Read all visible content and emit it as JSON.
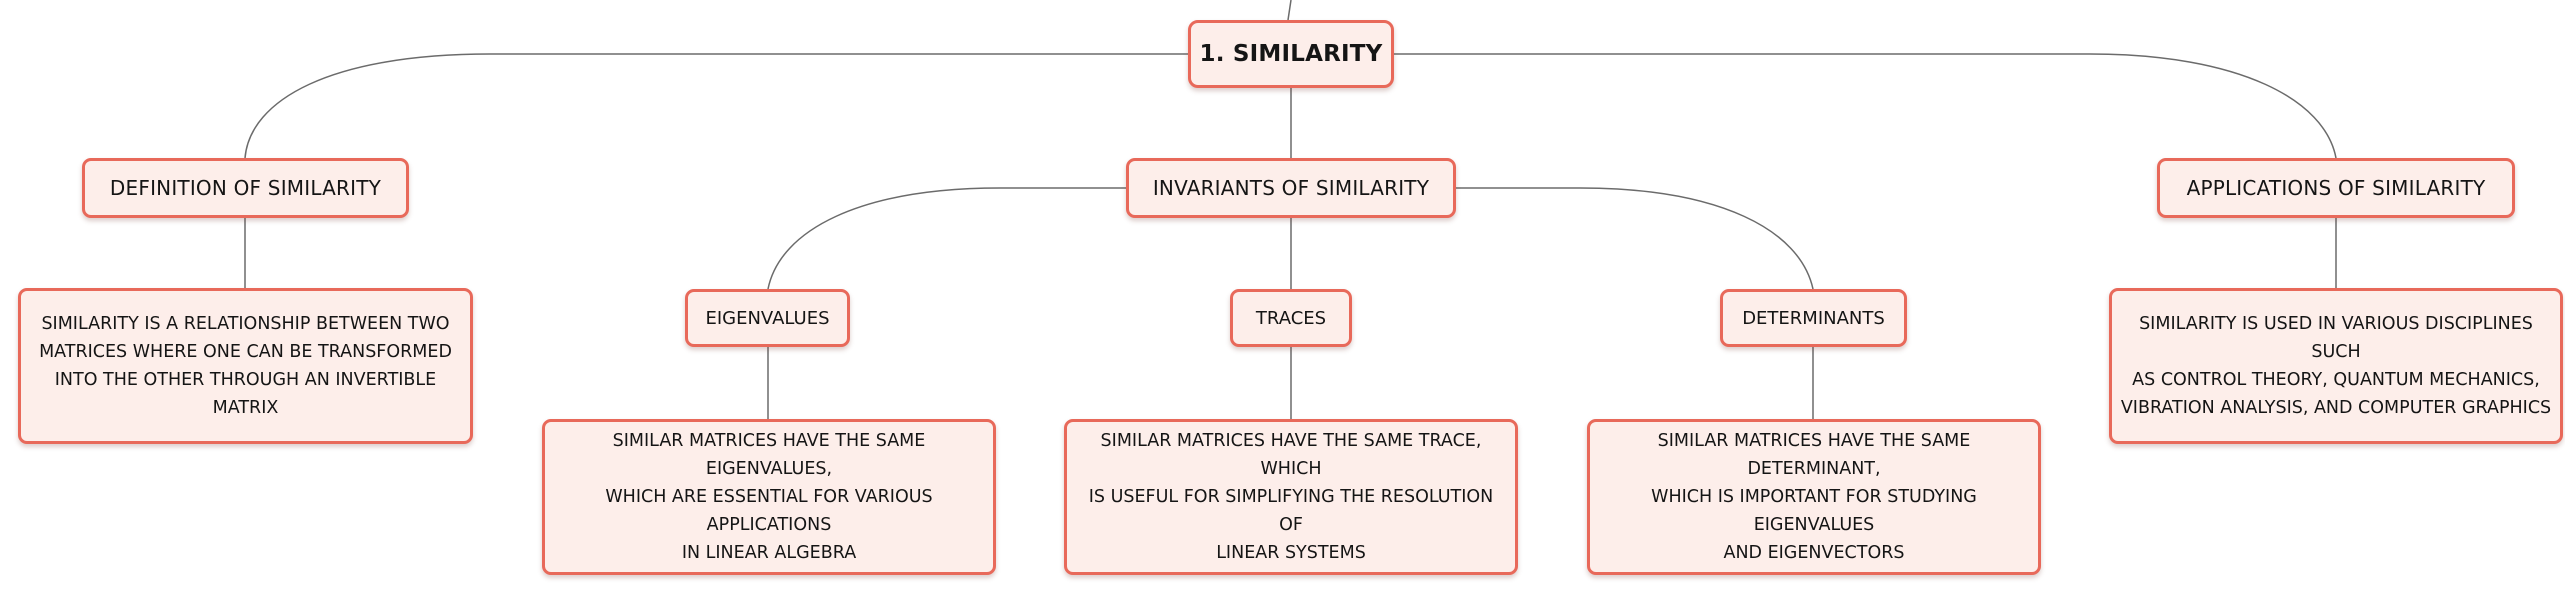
{
  "root": {
    "label": "1. SIMILARITY"
  },
  "topics": {
    "definition": {
      "label": "DEFINITION OF SIMILARITY",
      "description": [
        "SIMILARITY IS A RELATIONSHIP BETWEEN TWO",
        "MATRICES WHERE ONE CAN BE TRANSFORMED",
        "INTO THE OTHER THROUGH AN INVERTIBLE MATRIX"
      ]
    },
    "invariants": {
      "label": "INVARIANTS OF SIMILARITY",
      "children": {
        "eigenvalues": {
          "label": "EIGENVALUES",
          "description": [
            "SIMILAR MATRICES HAVE THE SAME EIGENVALUES,",
            "WHICH ARE ESSENTIAL FOR VARIOUS APPLICATIONS",
            "IN LINEAR ALGEBRA"
          ]
        },
        "traces": {
          "label": "TRACES",
          "description": [
            "SIMILAR MATRICES HAVE THE SAME TRACE, WHICH",
            "IS USEFUL FOR SIMPLIFYING THE RESOLUTION OF",
            "LINEAR SYSTEMS"
          ]
        },
        "determinants": {
          "label": "DETERMINANTS",
          "description": [
            "SIMILAR MATRICES HAVE THE SAME DETERMINANT,",
            "WHICH IS IMPORTANT FOR STUDYING EIGENVALUES",
            "AND EIGENVECTORS"
          ]
        }
      }
    },
    "applications": {
      "label": "APPLICATIONS OF SIMILARITY",
      "description": [
        "SIMILARITY IS USED IN VARIOUS DISCIPLINES SUCH",
        "AS CONTROL THEORY, QUANTUM MECHANICS,",
        "VIBRATION ANALYSIS, AND COMPUTER GRAPHICS"
      ]
    }
  },
  "colors": {
    "node_fill": "#fdeeea",
    "node_border": "#e8695a",
    "connector": "#6b6b6b"
  }
}
